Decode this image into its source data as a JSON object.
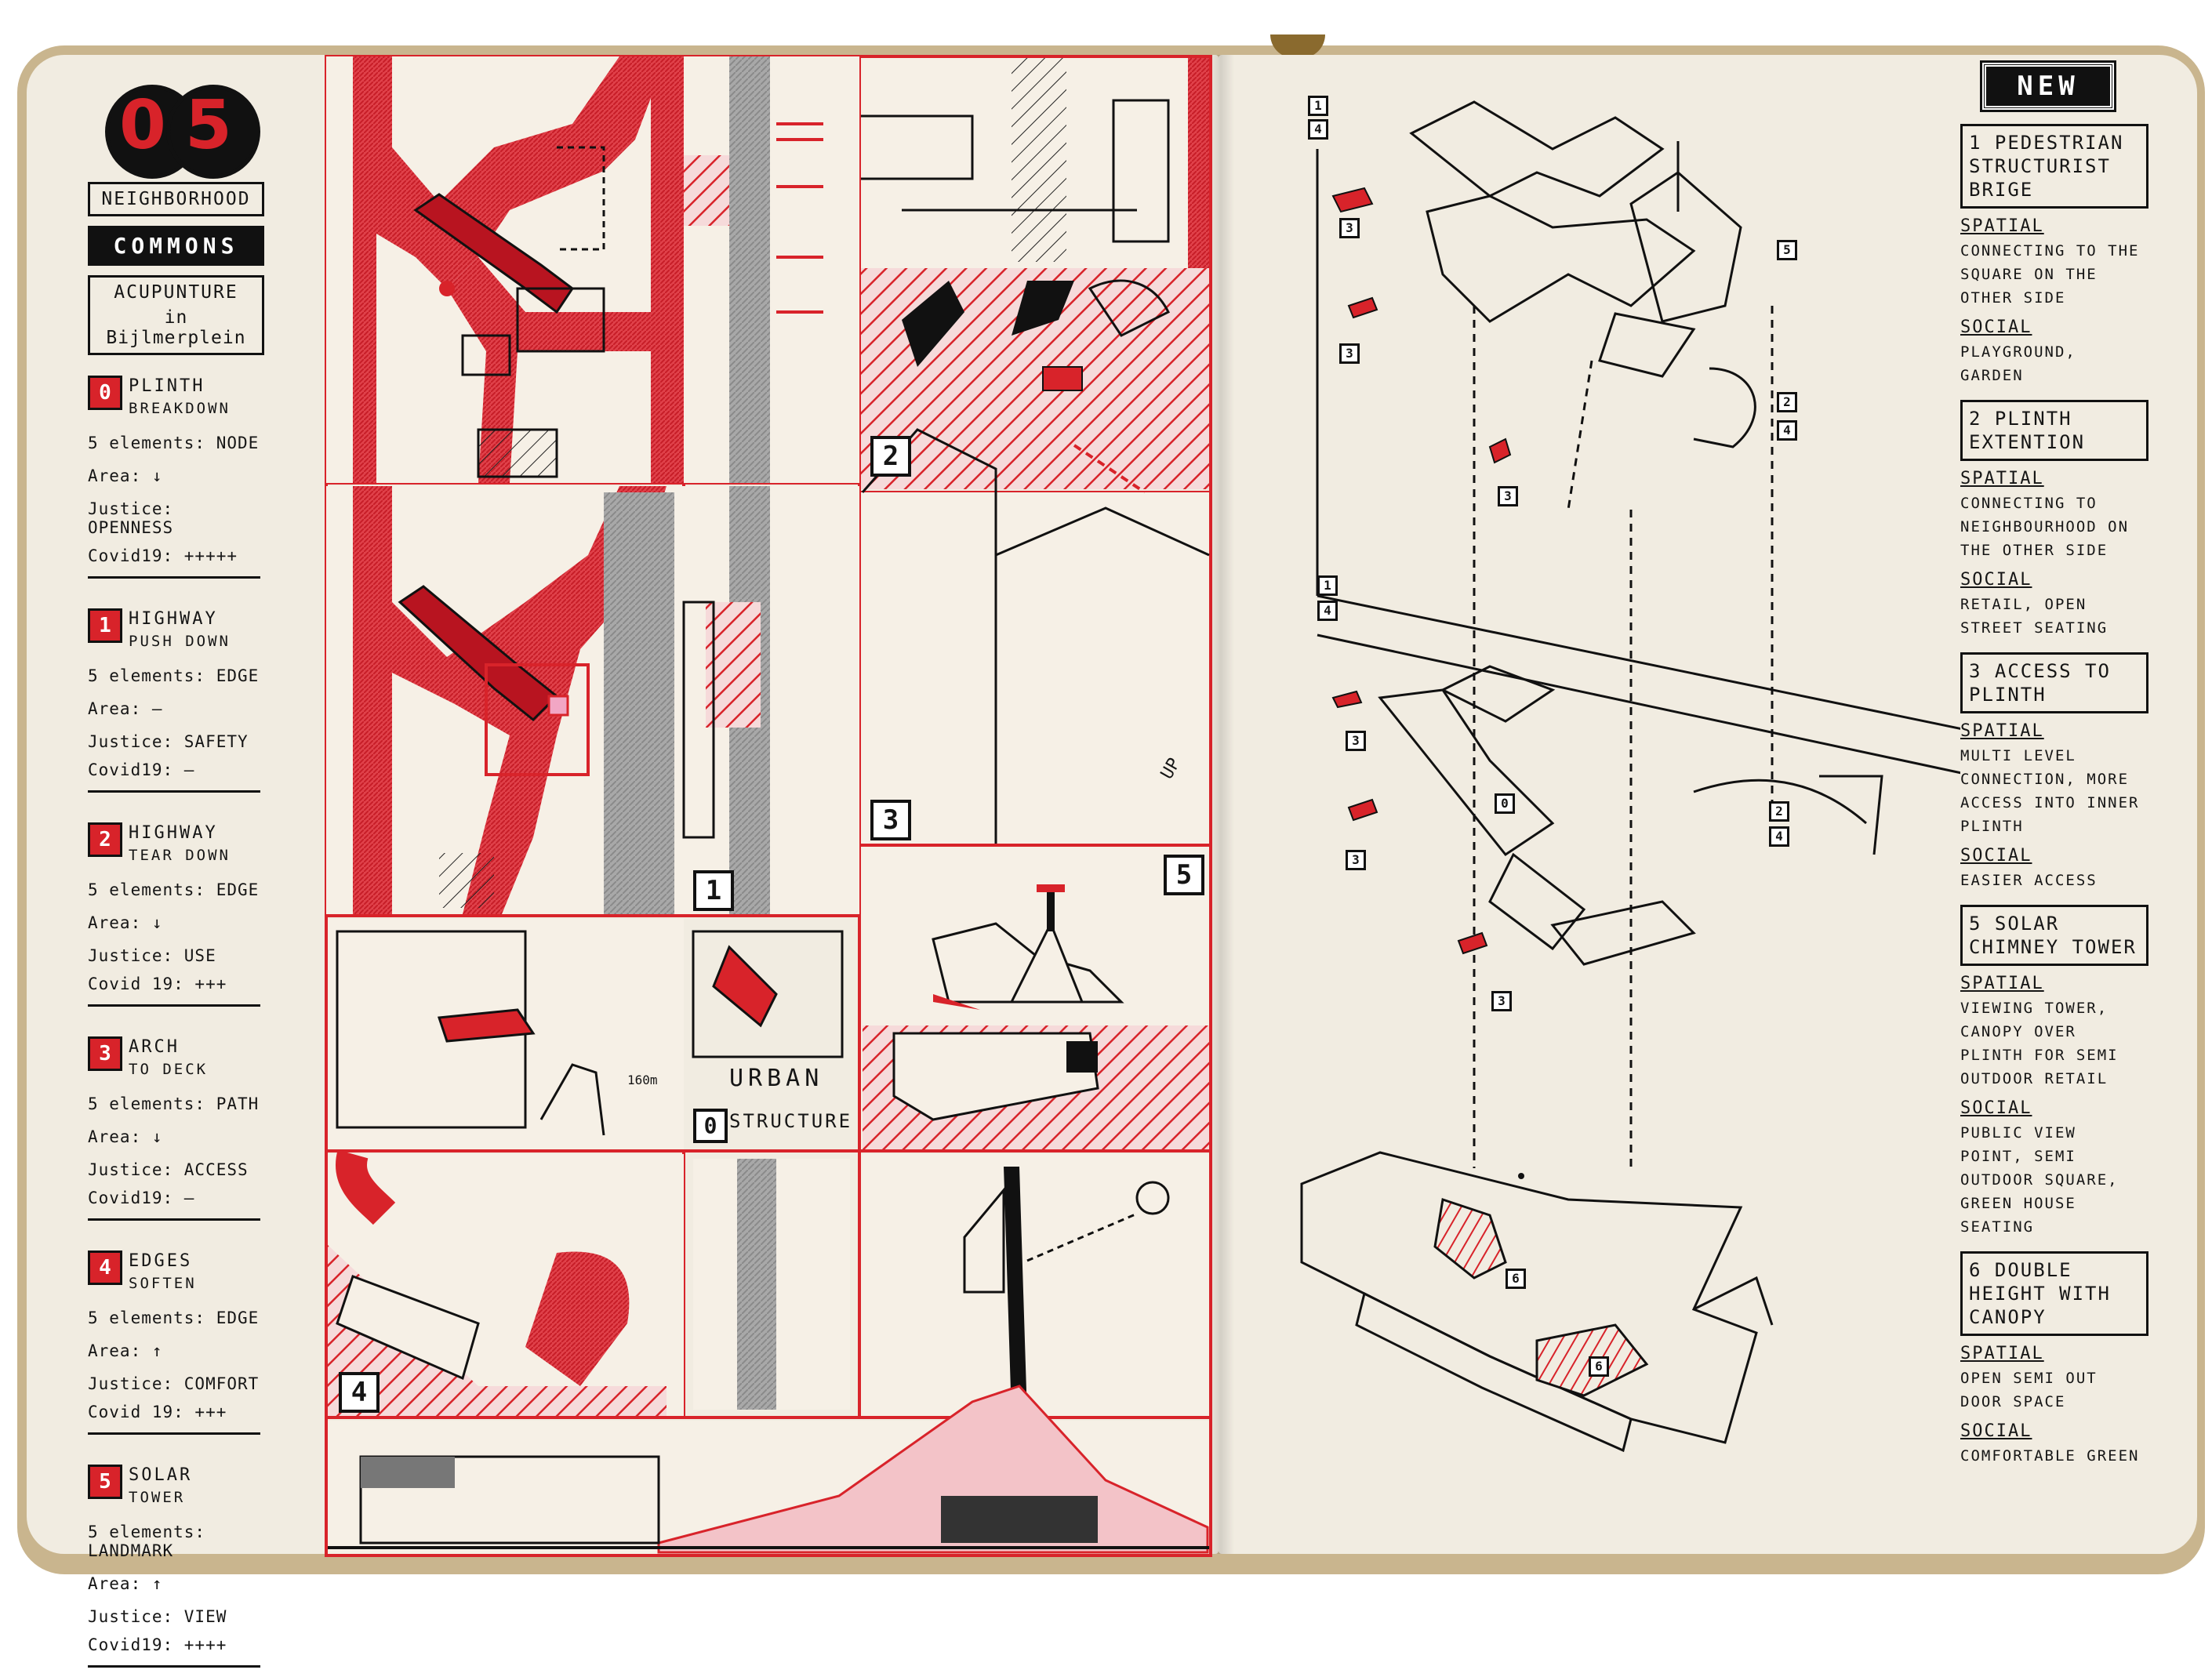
{
  "left_page": {
    "badge": {
      "digit_0": "0",
      "digit_5": "5"
    },
    "titles": {
      "line1": "NEIGHBORHOOD",
      "line2": "COMMONS",
      "line3a": "ACUPUNTURE",
      "line3b": "in Bijlmerplein"
    },
    "items": [
      {
        "num": "0",
        "title1": "PLINTH",
        "title2": "BREAKDOWN",
        "elements": "5 elements: NODE",
        "area": "Area: ↓",
        "justice": "Justice: OPENNESS",
        "covid": "Covid19: +++++"
      },
      {
        "num": "1",
        "title1": "HIGHWAY",
        "title2": "PUSH DOWN",
        "elements": "5 elements: EDGE",
        "area": "Area: –",
        "justice": "Justice: SAFETY",
        "covid": "Covid19: –"
      },
      {
        "num": "2",
        "title1": "HIGHWAY",
        "title2": "TEAR DOWN",
        "elements": "5 elements: EDGE",
        "area": "Area: ↓",
        "justice": "Justice: USE",
        "covid": "Covid 19: +++"
      },
      {
        "num": "3",
        "title1": "ARCH",
        "title2": "TO DECK",
        "elements": "5 elements: PATH",
        "area": "Area: ↓",
        "justice": "Justice: ACCESS",
        "covid": "Covid19: –"
      },
      {
        "num": "4",
        "title1": "EDGES",
        "title2": "SOFTEN",
        "elements": "5 elements: EDGE",
        "area": "Area: ↑",
        "justice": "Justice: COMFORT",
        "covid": "Covid 19: +++"
      },
      {
        "num": "5",
        "title1": "SOLAR",
        "title2": "TOWER",
        "elements": "5 elements: LANDMARK",
        "area": "Area: ↑",
        "justice": "Justice: VIEW",
        "covid": "Covid19: ++++"
      }
    ]
  },
  "sketch_panels": {
    "p1": "1",
    "p2": "2",
    "p3": "3",
    "p4": "4",
    "p5": "5",
    "p0": "0",
    "urban": "URBAN",
    "structure": "STRUCTURE",
    "up": "UP",
    "dim": "160m"
  },
  "right_page": {
    "new_label": "NEW",
    "items": [
      {
        "title": "1 PEDESTRIAN STRUCTURIST BRIGE",
        "spatial_label": "SPATIAL",
        "spatial": "CONNECTING TO THE SQUARE ON THE OTHER SIDE",
        "social_label": "SOCIAL",
        "social": "PLAYGROUND, GARDEN"
      },
      {
        "title": "2 PLINTH EXTENTION",
        "spatial_label": "SPATIAL",
        "spatial": "CONNECTING TO NEIGHBOURHOOD ON THE OTHER SIDE",
        "social_label": "SOCIAL",
        "social": "RETAIL, OPEN STREET SEATING"
      },
      {
        "title": "3 ACCESS TO PLINTH",
        "spatial_label": "SPATIAL",
        "spatial": "MULTI LEVEL CONNECTION, MORE ACCESS INTO INNER PLINTH",
        "social_label": "SOCIAL",
        "social": "EASIER ACCESS"
      },
      {
        "title": "5 SOLAR CHIMNEY TOWER",
        "spatial_label": "SPATIAL",
        "spatial": "VIEWING TOWER, CANOPY OVER PLINTH FOR SEMI OUTDOOR RETAIL",
        "social_label": "SOCIAL",
        "social": "PUBLIC VIEW POINT, SEMI OUTDOOR SQUARE, GREEN HOUSE SEATING"
      },
      {
        "title": "6 DOUBLE HEIGHT WITH CANOPY",
        "spatial_label": "SPATIAL",
        "spatial": "OPEN SEMI OUT DOOR SPACE",
        "social_label": "SOCIAL",
        "social": "COMFORTABLE GREEN"
      }
    ],
    "markers": {
      "m1": "1",
      "m2": "2",
      "m3": "3",
      "m4": "4",
      "m5": "5",
      "m6": "6",
      "m0": "0"
    }
  },
  "colors": {
    "accent_red": "#d8232a",
    "ink": "#151515",
    "paper": "#f1ece1",
    "pencil_grey": "#9a9a9a"
  }
}
